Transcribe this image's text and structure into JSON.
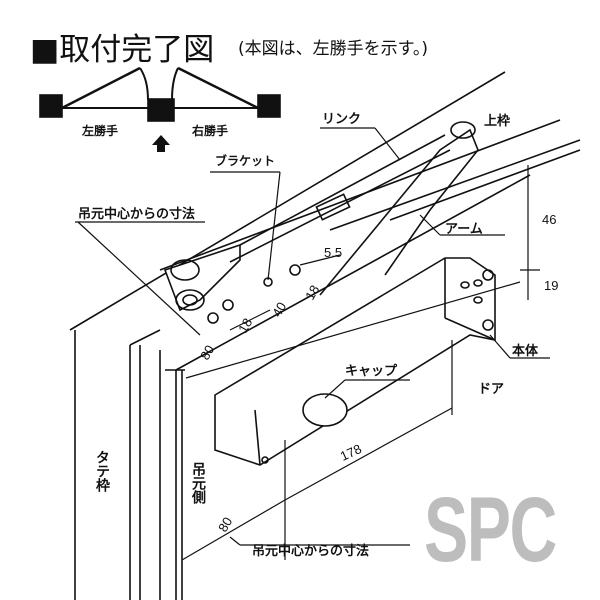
{
  "title": {
    "main": "■取付完了図",
    "note": "(本図は、左勝手を示す。)"
  },
  "hand_diagram": {
    "left_label": "左勝手",
    "right_label": "右勝手"
  },
  "labels": {
    "link": "リンク",
    "top_frame": "上枠",
    "bracket": "ブラケット",
    "dimension_from_hinge_top": "吊元中心からの寸法",
    "arm": "アーム",
    "body": "本体",
    "cap": "キャップ",
    "door": "ドア",
    "vertical_frame": "タテ枠",
    "hinge_side": "吊元側",
    "dimension_from_hinge_bottom": "吊元中心からの寸法"
  },
  "dimensions": {
    "d46": "46",
    "d19": "19",
    "d5_5": "5.5",
    "d18a": "18",
    "d40": "40",
    "d18b": "18",
    "d80_top": "80",
    "d178": "178",
    "d80_bottom": "80"
  },
  "watermark": "SPC"
}
